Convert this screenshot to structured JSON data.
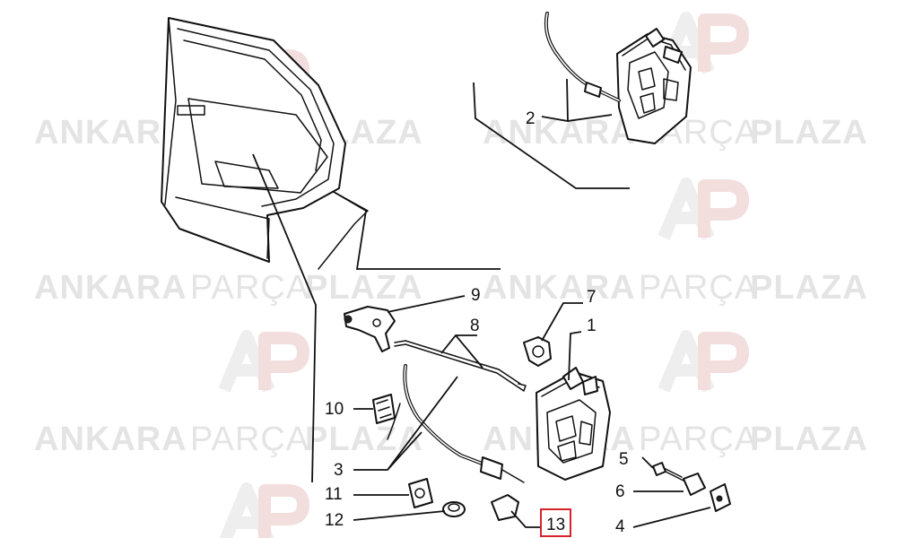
{
  "watermark": {
    "brand_left": "ANKARA",
    "brand_mid": "PARÇA",
    "brand_right": "PLAZA"
  },
  "callouts": {
    "c1": "1",
    "c2": "2",
    "c3": "3",
    "c4": "4",
    "c5": "5",
    "c6": "6",
    "c7": "7",
    "c8": "8",
    "c9": "9",
    "c10": "10",
    "c11": "11",
    "c12": "12",
    "c13": "13"
  },
  "colors": {
    "line": "#111111",
    "highlight_box": "#d9232a",
    "watermark_text": "#e4e4e4",
    "watermark_logo_red": "#f3dede"
  }
}
